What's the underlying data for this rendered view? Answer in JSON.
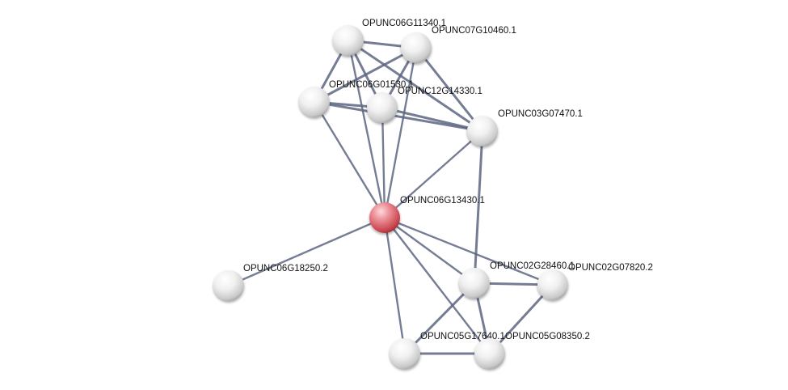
{
  "network": {
    "nodes": [
      {
        "id": "n1",
        "label": "OPUNC06G11340.1",
        "color": "#ededed"
      },
      {
        "id": "n2",
        "label": "OPUNC07G10460.1",
        "color": "#ededed"
      },
      {
        "id": "n3",
        "label": "OPUNC06G01530.1",
        "color": "#ededed"
      },
      {
        "id": "n4",
        "label": "OPUNC12G14330.1",
        "color": "#ededed"
      },
      {
        "id": "n5",
        "label": "OPUNC03G07470.1",
        "color": "#ededed"
      },
      {
        "id": "n6",
        "label": "OPUNC06G13430.1",
        "color": "#e0505a",
        "query": true
      },
      {
        "id": "n7",
        "label": "OPUNC06G18250.2",
        "color": "#ededed"
      },
      {
        "id": "n8",
        "label": "OPUNC02G28460.1",
        "color": "#ededed"
      },
      {
        "id": "n9",
        "label": "OPUNC02G07820.2",
        "color": "#ededed"
      },
      {
        "id": "n10",
        "label": "OPUNC05G17640.1",
        "color": "#ededed"
      },
      {
        "id": "n11",
        "label": "OPUNC05G08350.2",
        "color": "#ededed"
      }
    ],
    "edges": [
      [
        "n1",
        "n2"
      ],
      [
        "n1",
        "n3"
      ],
      [
        "n1",
        "n4"
      ],
      [
        "n1",
        "n5"
      ],
      [
        "n1",
        "n6"
      ],
      [
        "n2",
        "n3"
      ],
      [
        "n2",
        "n4"
      ],
      [
        "n2",
        "n5"
      ],
      [
        "n2",
        "n6"
      ],
      [
        "n3",
        "n4"
      ],
      [
        "n3",
        "n5"
      ],
      [
        "n3",
        "n6"
      ],
      [
        "n4",
        "n5"
      ],
      [
        "n4",
        "n6"
      ],
      [
        "n5",
        "n6"
      ],
      [
        "n5",
        "n8"
      ],
      [
        "n6",
        "n7"
      ],
      [
        "n6",
        "n8"
      ],
      [
        "n6",
        "n9"
      ],
      [
        "n6",
        "n10"
      ],
      [
        "n6",
        "n11"
      ],
      [
        "n8",
        "n9"
      ],
      [
        "n8",
        "n10"
      ],
      [
        "n8",
        "n11"
      ],
      [
        "n9",
        "n11"
      ],
      [
        "n10",
        "n11"
      ]
    ],
    "edge_color": "#5d6682"
  }
}
